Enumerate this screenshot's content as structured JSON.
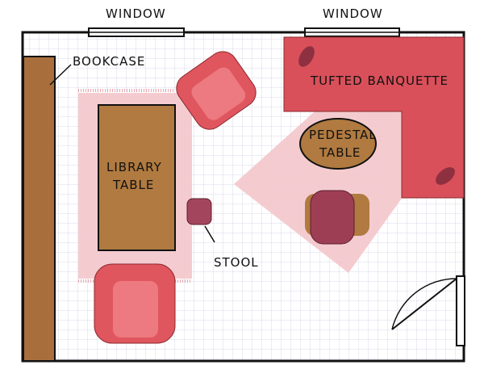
{
  "labels": {
    "window_left": "WINDOW",
    "window_right": "WINDOW",
    "bookcase": "BOOKCASE",
    "tufted_banquette": "TUFTED BANQUETTE",
    "pedestal_table_line1": "PEDESTAL",
    "pedestal_table_line2": "TABLE",
    "library_table_line1": "LIBRARY",
    "library_table_line2": "TABLE",
    "stool": "STOOL"
  },
  "colors": {
    "wood": "#a86f3c",
    "upholstery": "#d9505a",
    "rug": "#f3c6cb",
    "stool": "#a4455e",
    "grid": "#cfd0e6"
  }
}
